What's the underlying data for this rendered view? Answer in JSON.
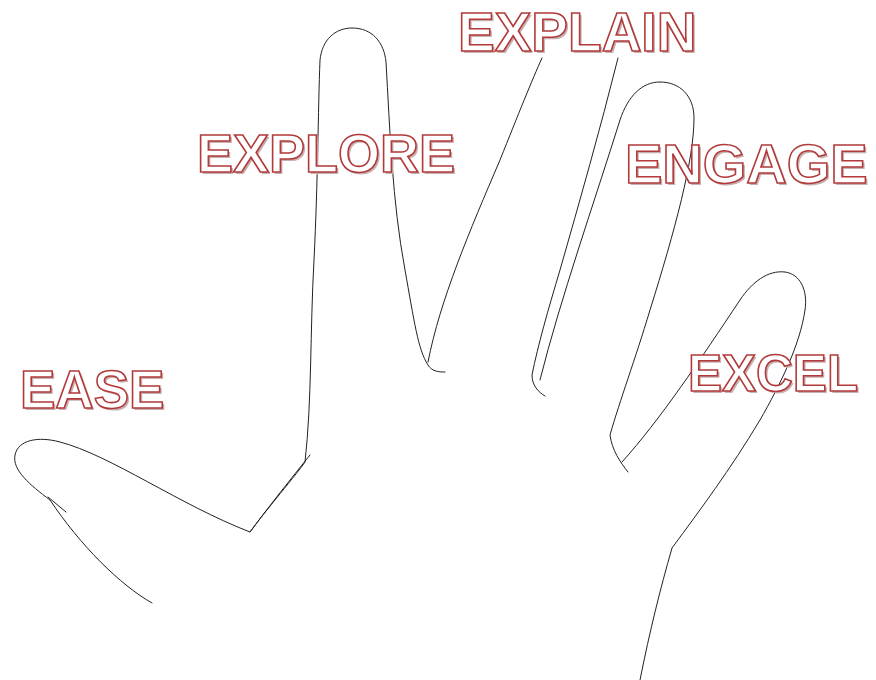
{
  "diagram": {
    "labels": [
      "EASE",
      "EXPLORE",
      "EXPLAIN",
      "ENGAGE",
      "EXCEL"
    ]
  }
}
